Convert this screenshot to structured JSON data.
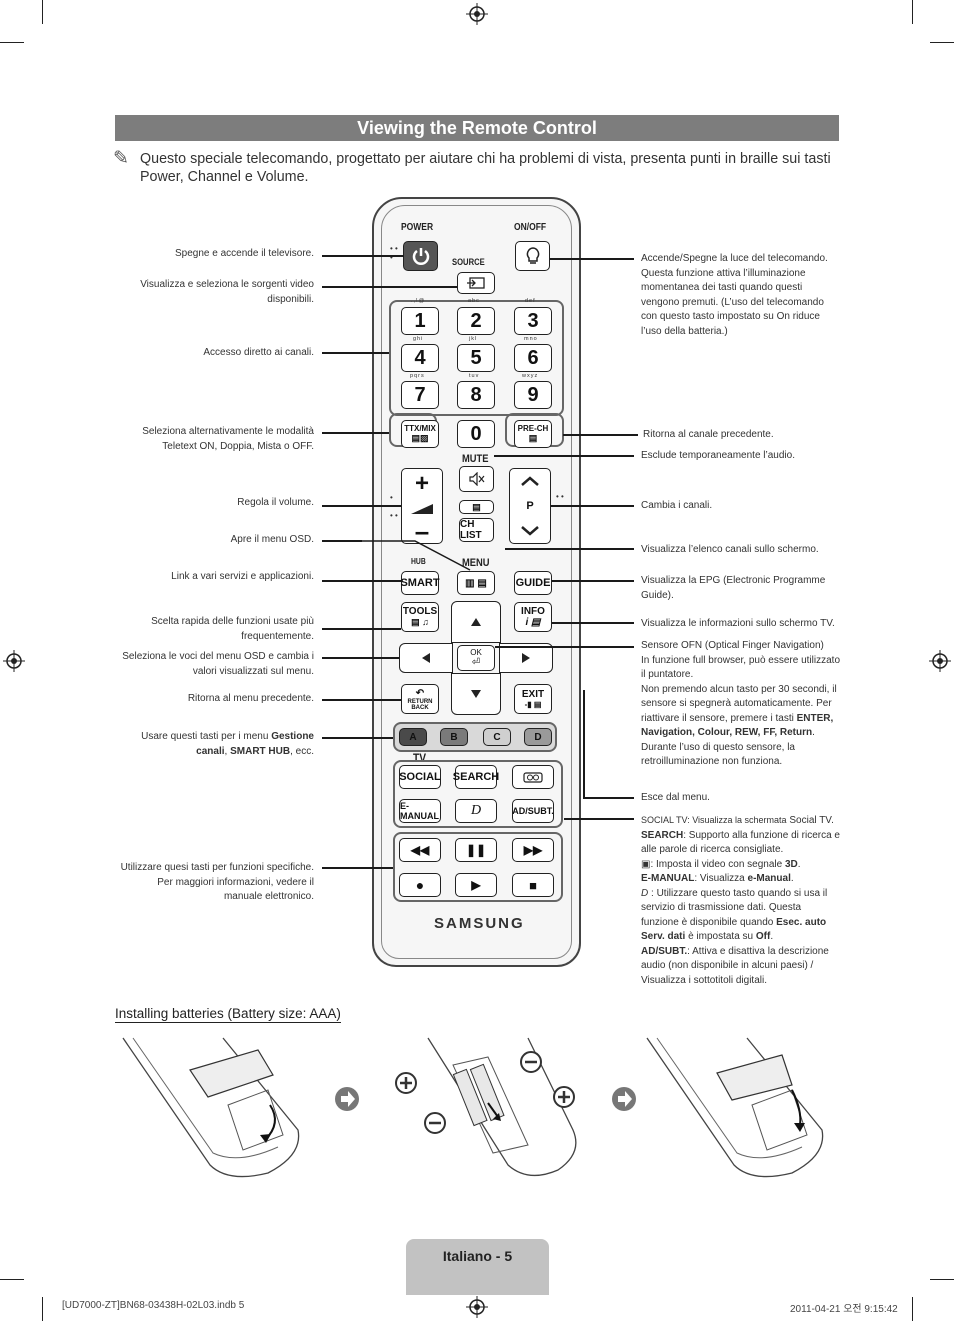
{
  "header": {
    "title": "Viewing the Remote Control"
  },
  "note": {
    "icon": "pencil-note-icon",
    "text": "Questo speciale telecomando, progettato per aiutare chi ha problemi di vista, presenta punti in braille sui tasti Power, Channel e Volume."
  },
  "remote": {
    "power_label": "POWER",
    "onoff_label": "ON/OFF",
    "source_label": "SOURCE",
    "numbers": [
      "1",
      "2",
      "3",
      "4",
      "5",
      "6",
      "7",
      "8",
      "9",
      "0"
    ],
    "letters": [
      ".,!@",
      "abc",
      "def",
      "ghi",
      "jkl",
      "mno",
      "pqrs",
      "tuv",
      "wxyz"
    ],
    "ttx_label": "TTX/MIX",
    "prech_label": "PRE-CH",
    "mute_label": "MUTE",
    "p_label": "P",
    "chlist_label": "CH LIST",
    "hub_label": "HUB",
    "smart_label": "SMART",
    "menu_label": "MENU",
    "guide_label": "GUIDE",
    "tools_label": "TOOLS",
    "info_label": "INFO",
    "ok_label": "OK",
    "return_label": "RETURN",
    "back_label": "BACK",
    "exit_label": "EXIT",
    "color_keys": [
      "A",
      "B",
      "C",
      "D"
    ],
    "color_key_colors": [
      "#4a4a4a",
      "#7a7a7a",
      "#cfcfcf",
      "#9a9a9a"
    ],
    "tv_label": "TV",
    "social_label": "SOCIAL",
    "search_label": "SEARCH",
    "emanual_label": "E-MANUAL",
    "adsubt_label": "AD/SUBT.",
    "d_label": "D",
    "brand": "SAMSUNG"
  },
  "left_annotations": {
    "power": "Spegne e accende il televisore.",
    "source": "Visualizza e seleziona le sorgenti video disponibili.",
    "numbers": "Accesso diretto ai canali.",
    "ttx": "Seleziona alternativamente le modalità Teletext ON, Doppia, Mista o OFF.",
    "volume": "Regola il volume.",
    "menu": "Apre il menu OSD.",
    "smart": "Link a vari servizi e applicazioni.",
    "tools": "Scelta rapida delle funzioni usate più frequentemente.",
    "nav": "Seleziona le voci del menu OSD e cambia i valori visualizzati sul menu.",
    "return": "Ritorna al menu precedente.",
    "color_a": "Usare questi tasti per i menu",
    "color_b": "Gestione canali",
    "color_c": "SMART HUB",
    "color_d": ", ecc.",
    "playback": "Utilizzare quesi tasti per funzioni specifiche. Per maggiori informazioni, vedere il manuale elettronico."
  },
  "right_annotations": {
    "onoff": "Accende/Spegne la luce del telecomando. Questa funzione attiva l’illuminazione momentanea dei tasti quando questi vengono premuti. (L’uso del telecomando con questo tasto impostato su On riduce l’uso della batteria.)",
    "prech": "Ritorna al canale precedente.",
    "mute": "Esclude temporaneamente l’audio.",
    "channel": "Cambia i canali.",
    "chlist": "Visualizza l’elenco canali sullo schermo.",
    "guide": "Visualizza la EPG (Electronic Programme Guide).",
    "info": "Visualizza le informazioni sullo schermo TV.",
    "ofn_1": "Sensore OFN (Optical Finger Navigation)",
    "ofn_2": "In funzione full browser, può essere utilizzato il puntatore.",
    "ofn_3": "Non premendo alcun tasto per 30 secondi, il sensore si spegnerà automaticamente. Per riattivare il sensore, premere i tasti",
    "ofn_keys": "ENTER, Navigation, Colour, REW, FF, Return",
    "ofn_4": "Durante l’uso di questo sensore, la retroilluminazione non funziona.",
    "exit": "Esce dal menu.",
    "social_key": "SOCIAL TV",
    "social_text": ": Visualizza la schermata",
    "social_target": "Social TV",
    "search_key": "SEARCH",
    "search_text": ": Supporto alla funzione di ricerca e alle parole di ricerca consigliate.",
    "threed_text": ": Imposta il video con segnale",
    "threed_key": "3D",
    "emanual_key": "E-MANUAL",
    "emanual_text": ": Visualizza",
    "emanual_target": "e-Manual",
    "ad_text": ": Utilizzare questo tasto quando si usa il servizio di trasmissione dati. Questa funzione è disponibile quando",
    "ad_cond": "Esec. auto Serv. dati",
    "ad_text2": "è impostata su",
    "ad_off": "Off",
    "adsubt_key": "AD/SUBT.",
    "adsubt_text": ": Attiva e disattiva la descrizione audio (non disponibile in alcuni paesi) / Visualizza i sottotitoli digitali."
  },
  "battery": {
    "title": "Installing batteries (Battery size: AAA)"
  },
  "footer": {
    "page_label": "Italiano - 5",
    "print_left": "[UD7000-ZT]BN68-03438H-02L03.indb   5",
    "print_right": "2011-04-21   오전 9:15:42"
  }
}
